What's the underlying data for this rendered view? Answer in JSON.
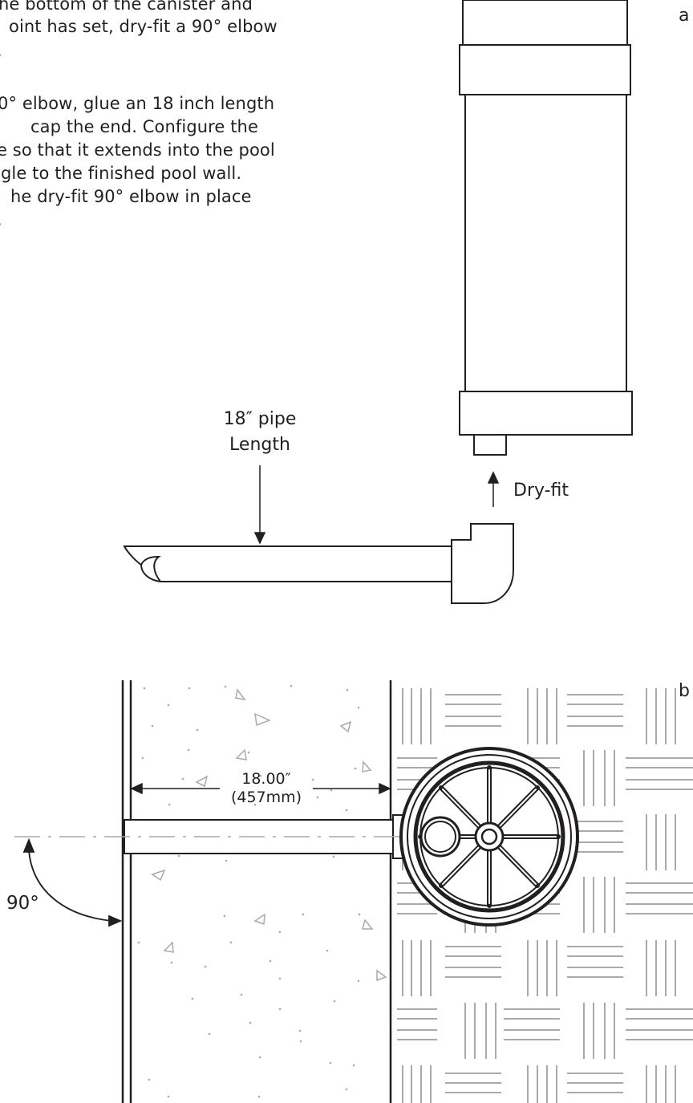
{
  "instructions": {
    "line1": "he bottom of the canister and",
    "line2": "oint has set, dry-fit a 90° elbow",
    "line3": ".",
    "line4": "0° elbow, glue an 18 inch length",
    "line5": "cap the end. Configure the",
    "line6": "e so that it extends into the pool",
    "line7": "gle to the finished pool wall.",
    "line8": "he dry-fit 90° elbow in place",
    "line9": "."
  },
  "figure_a": {
    "panel_label": "a",
    "pipe_label_line1": "18″ pipe",
    "pipe_label_line2": "Length",
    "dry_fit_label": "Dry-fit"
  },
  "figure_b": {
    "panel_label": "b",
    "dimension_line1": "18.00″",
    "dimension_line2": "(457mm)",
    "angle_label": "90°"
  },
  "colors": {
    "ink": "#231f20",
    "tile": "#a7a9ac",
    "speckle": "#a7a9ac"
  }
}
